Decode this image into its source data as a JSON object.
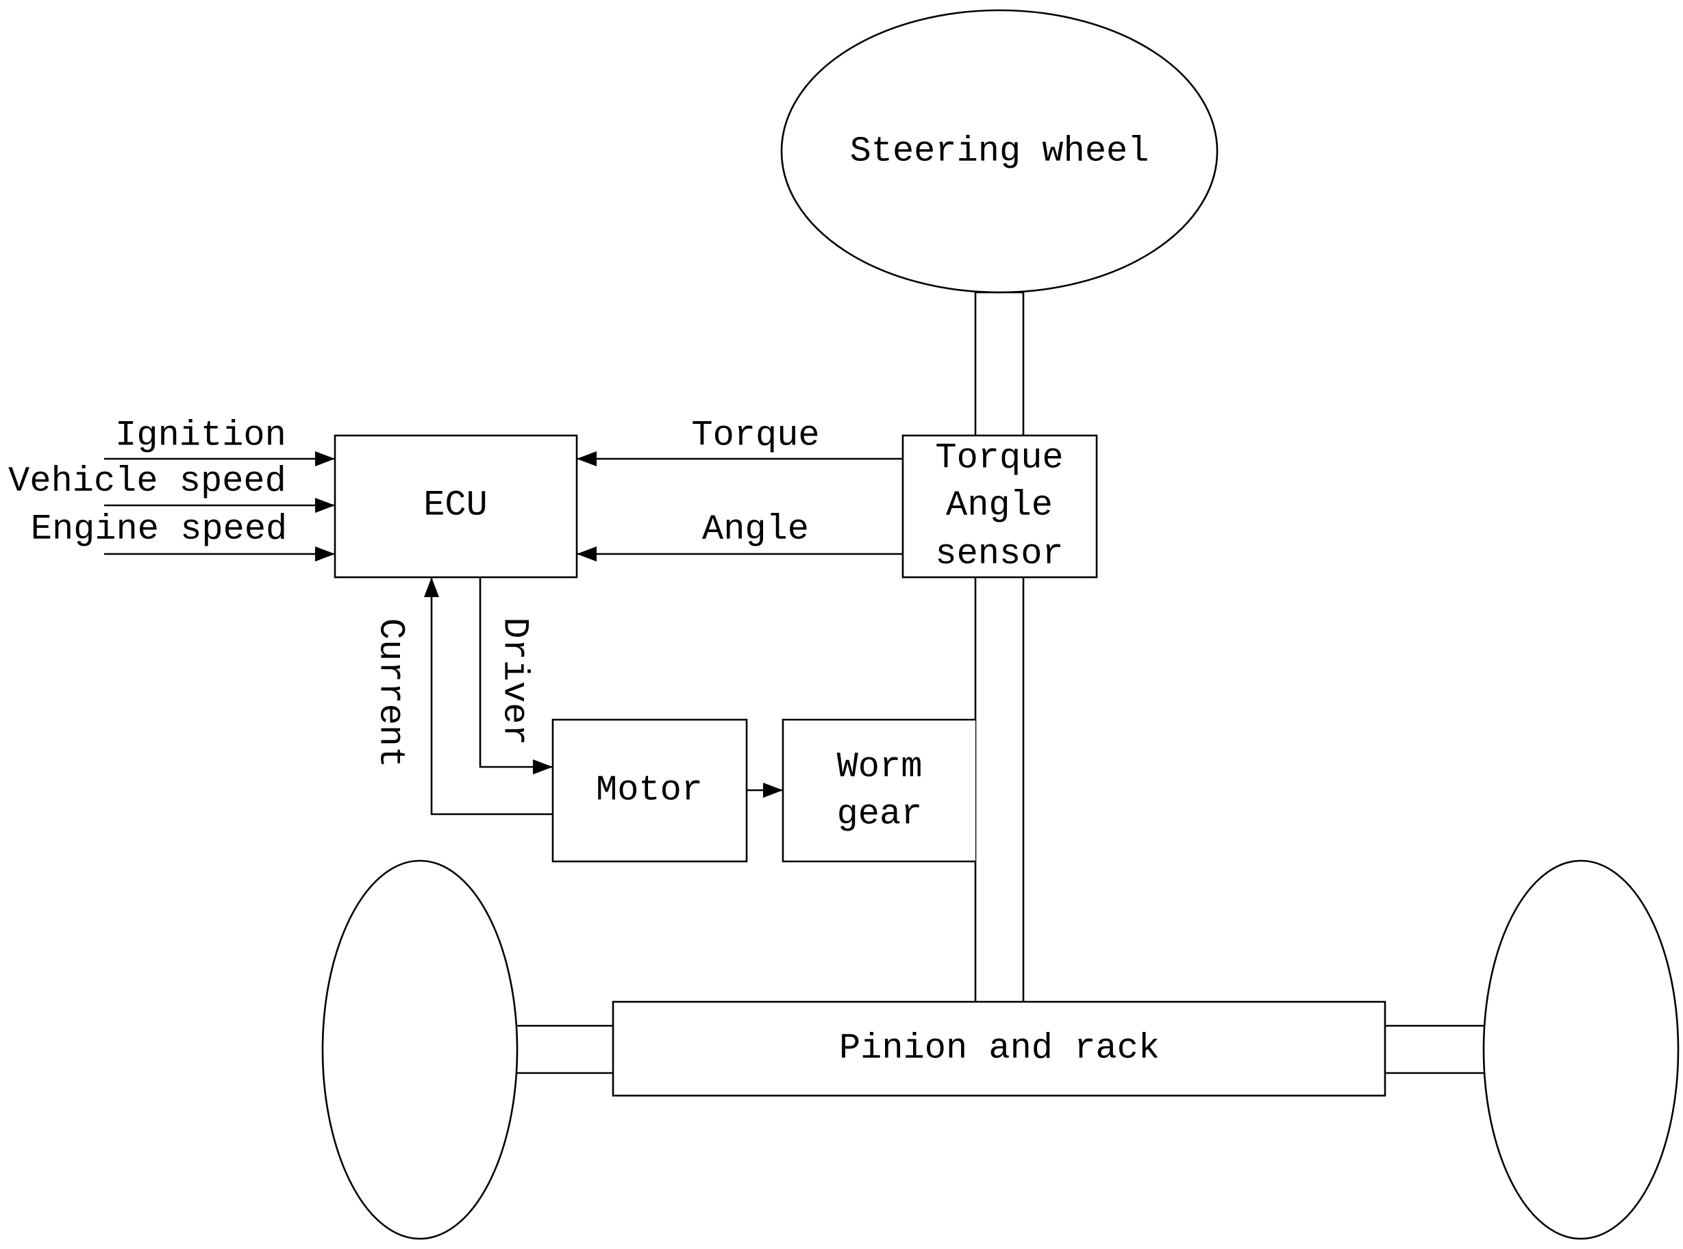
{
  "diagram": {
    "steering_wheel": "Steering wheel",
    "ecu": "ECU",
    "sensor_line1": "Torque",
    "sensor_line2": "Angle",
    "sensor_line3": "sensor",
    "motor": "Motor",
    "worm_gear_line1": "Worm",
    "worm_gear_line2": "gear",
    "pinion_rack": "Pinion and rack",
    "input_ignition": "Ignition",
    "input_vehicle_speed": "Vehicle speed",
    "input_engine_speed": "Engine speed",
    "signal_torque": "Torque",
    "signal_angle": "Angle",
    "signal_driver": "Driver",
    "signal_current": "Current"
  }
}
